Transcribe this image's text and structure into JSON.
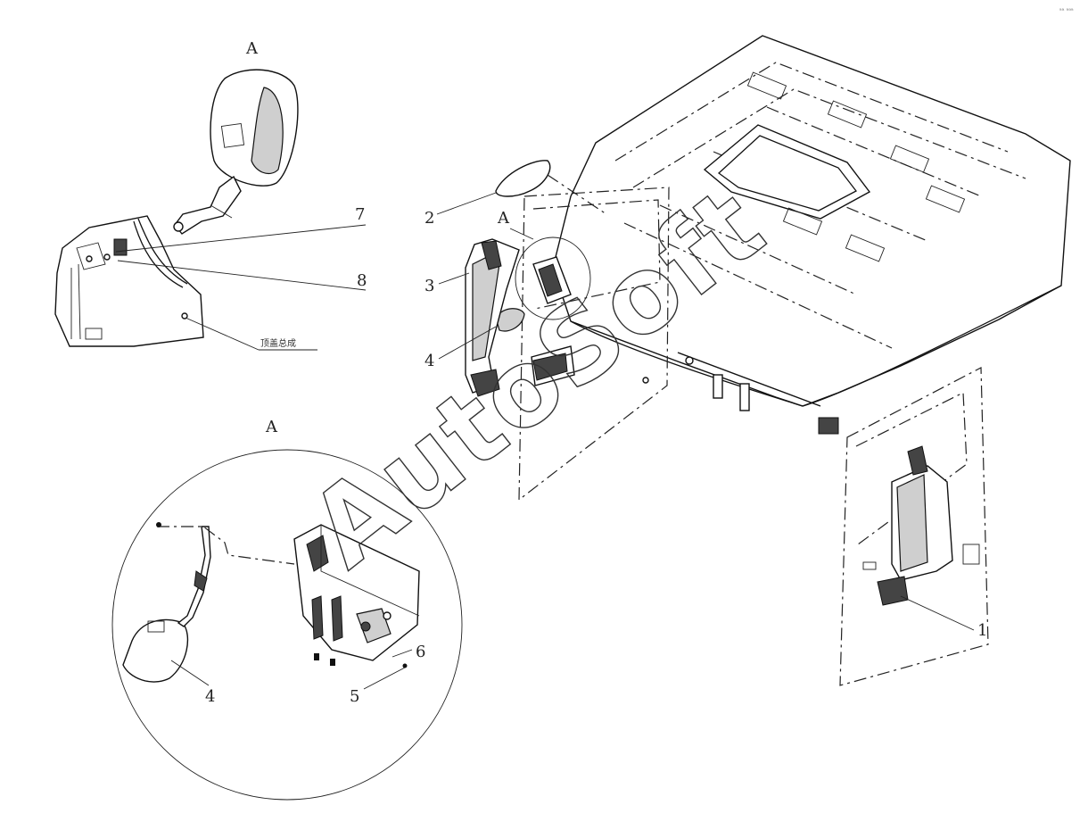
{
  "views": {
    "top_left_view_label": "A",
    "detail_view_label": "A",
    "main_view_label": "A"
  },
  "callouts": {
    "c1": "1",
    "c2": "2",
    "c3": "3",
    "c4_main": "4",
    "c4_detail": "4",
    "c5": "5",
    "c6": "6",
    "c7": "7",
    "c8": "8"
  },
  "part_note": "顶盖总成",
  "watermark": "AutoSoft",
  "corner_mark": "ᵃᵃ ᵃᵃᵃ"
}
